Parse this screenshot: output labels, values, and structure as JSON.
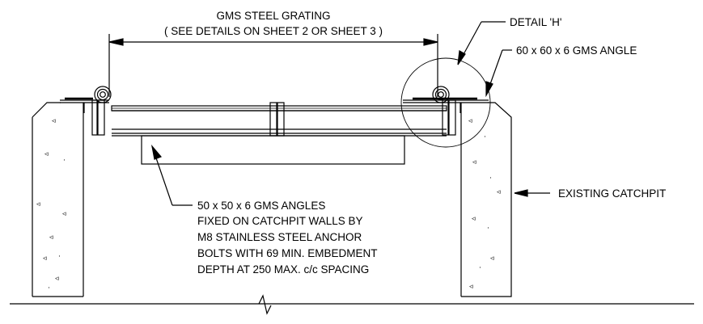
{
  "labels": {
    "grating_title": "GMS STEEL GRATING",
    "grating_sub": "( SEE DETAILS ON SHEET 2 OR SHEET 3 )",
    "detail_h": "DETAIL 'H'",
    "angle_60": "60 x 60 x 6 GMS ANGLE",
    "existing": "EXISTING CATCHPIT",
    "note_lines": [
      "50 x 50 x 6 GMS ANGLES",
      "FIXED ON CATCHPIT WALLS BY",
      "M8 STAINLESS STEEL ANCHOR",
      "BOLTS WITH 69 MIN. EMBEDMENT",
      "DEPTH AT 250 MAX. c/c SPACING"
    ]
  },
  "colors": {
    "ink": "#000000",
    "paper": "#ffffff"
  }
}
